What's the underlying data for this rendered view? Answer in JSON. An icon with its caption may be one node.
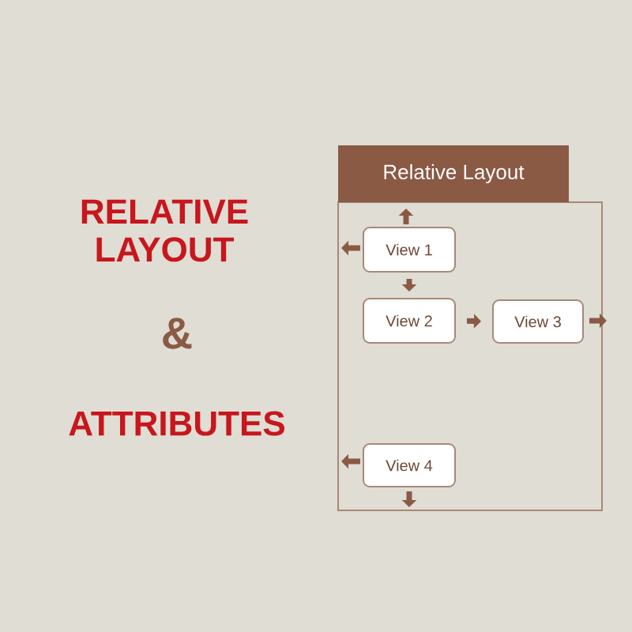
{
  "diagram": {
    "nodes": [
      {
        "text": [
          "Relative Layout"
        ]
      },
      {
        "text": [
          "View 1"
        ],
        "in": 0
      },
      {
        "text": [
          "View 2"
        ],
        "in": 0
      },
      {
        "text": [
          "View 3"
        ],
        "in": 0
      },
      {
        "text": [
          "View 4"
        ],
        "in": 0
      }
    ],
    "edges": [
      {
        "from": 1,
        "to": 2,
        "arrow": "to"
      },
      {
        "from": 2,
        "to": 3,
        "arrow": "to"
      }
    ],
    "labels": [
      "RELATIVE LAYOUT",
      "&",
      "ATTRIBUTES"
    ]
  }
}
